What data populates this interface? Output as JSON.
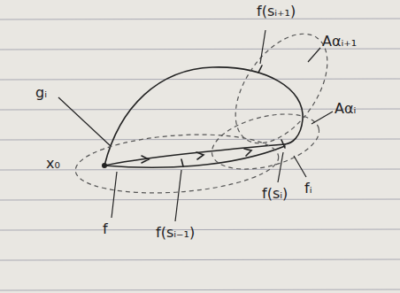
{
  "diagram": {
    "labels": [
      "f(sᵢ₊₁)",
      "Aαᵢ₊₁",
      "gᵢ",
      "x₀",
      "Aαᵢ",
      "f(sᵢ)",
      "fᵢ",
      "f",
      "f(sᵢ₋₁)"
    ]
  }
}
